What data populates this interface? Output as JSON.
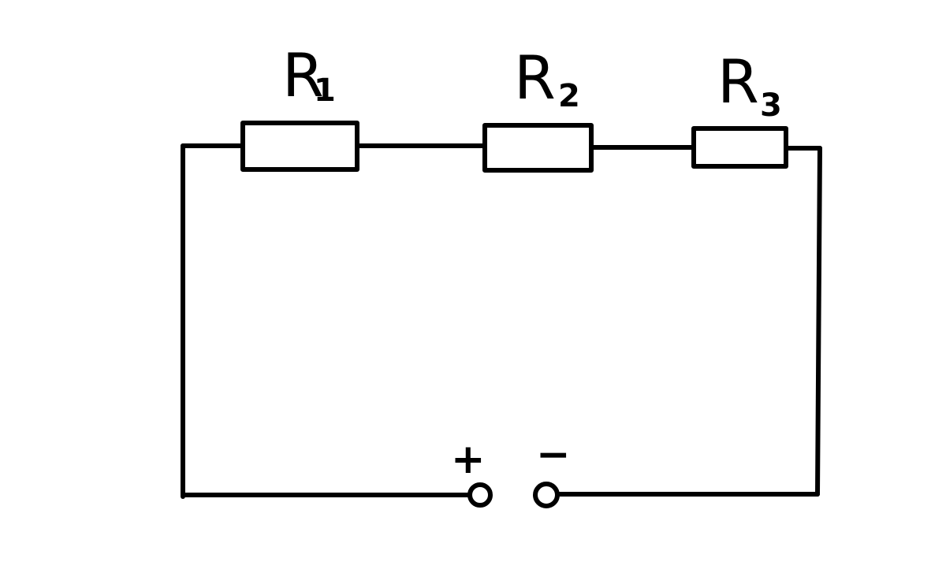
{
  "diagram": {
    "resistors": [
      {
        "letter": "R",
        "subscript": "1"
      },
      {
        "letter": "R",
        "subscript": "2"
      },
      {
        "letter": "R",
        "subscript": "3"
      }
    ],
    "terminals": {
      "positive_sign": "+",
      "negative_sign": "−"
    }
  },
  "colors": {
    "line": "#000000",
    "background": "#ffffff"
  }
}
